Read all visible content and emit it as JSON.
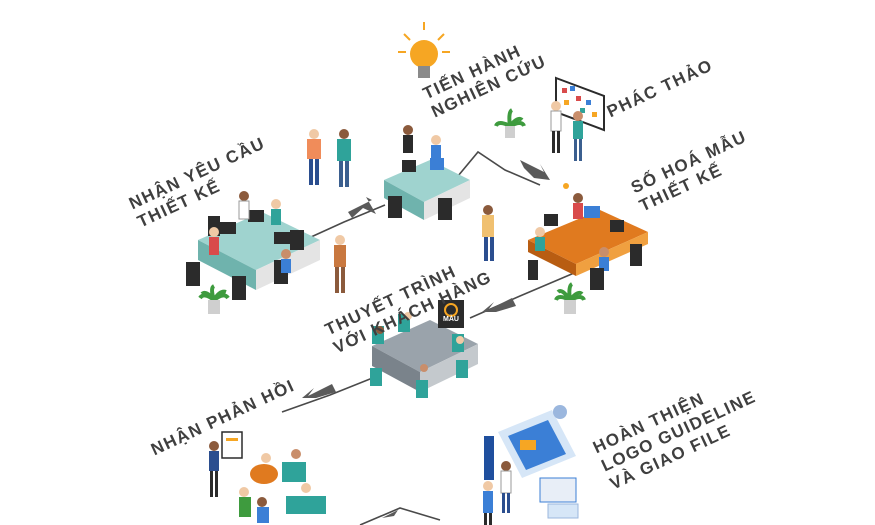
{
  "stages": [
    {
      "id": "research",
      "lines": [
        "TIẾN HÀNH",
        "NGHIÊN CỨU"
      ]
    },
    {
      "id": "draft",
      "lines": [
        "PHÁC THẢO"
      ]
    },
    {
      "id": "requirements",
      "lines": [
        "NHẬN YÊU CẦU",
        "THIẾT KẾ"
      ]
    },
    {
      "id": "digitize",
      "lines": [
        "SỐ HOÁ MẪU",
        "THIẾT KẾ"
      ]
    },
    {
      "id": "present",
      "lines": [
        "THUYẾT TRÌNH",
        "VỚI KHÁCH HÀNG"
      ]
    },
    {
      "id": "feedback",
      "lines": [
        "NHẬN PHẢN HỒI"
      ]
    },
    {
      "id": "finalize",
      "lines": [
        "HOÀN THIỆN",
        "LOGO GUIDELINE",
        "VÀ GIAO FILE"
      ]
    }
  ],
  "brand_sign": {
    "text": "MÀU"
  },
  "colors": {
    "label": "#3f3f3f",
    "path": "#4a4a4a",
    "desk": "#e07a1f",
    "screen_blue": "#3b7fd6",
    "teal": "#2fa39a",
    "plant": "#3e9b3e",
    "bulb": "#f6a623",
    "chair": "#2b2b2b"
  }
}
